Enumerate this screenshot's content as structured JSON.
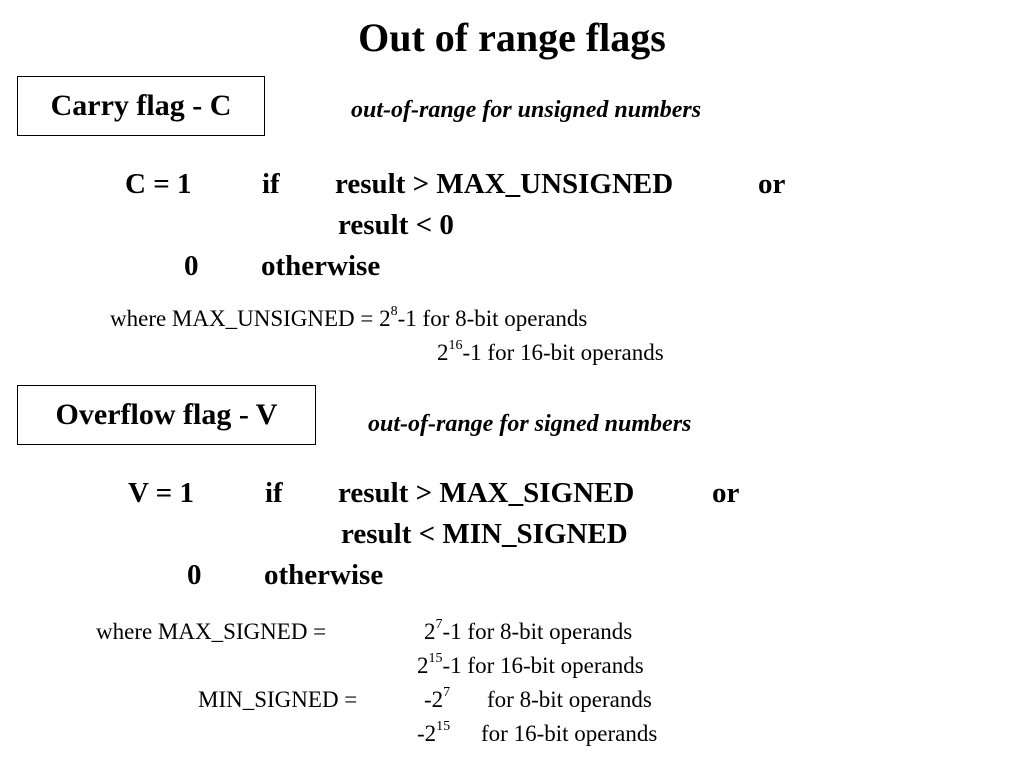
{
  "title": "Out of range flags",
  "carry": {
    "box_label": "Carry flag - C",
    "description": "out-of-range for unsigned numbers",
    "line1_lhs": "C = 1",
    "line1_if": "if",
    "line1_cond": "result > MAX_UNSIGNED",
    "line1_or": "or",
    "line2_cond": "result < 0",
    "line3_val": "0",
    "line3_text": "otherwise",
    "where_prefix": "where MAX_UNSIGNED = 2",
    "exp8": "8",
    "where_suffix8": "-1  for 8-bit operands",
    "base16": "2",
    "exp16": "16",
    "where_suffix16": "-1 for 16-bit operands"
  },
  "overflow": {
    "box_label": "Overflow flag - V",
    "description": "out-of-range for signed numbers",
    "line1_lhs": "V = 1",
    "line1_if": "if",
    "line1_cond": "result > MAX_SIGNED",
    "line1_or": "or",
    "line2_cond": "result < MIN_SIGNED",
    "line3_val": "0",
    "line3_text": "otherwise",
    "where_max_label": "where  MAX_SIGNED   =",
    "max8_base": "2",
    "max8_exp": "7",
    "max8_suffix": "-1  for 8-bit operands",
    "max16_base": "2",
    "max16_exp": "15",
    "max16_suffix": "-1  for 16-bit operands",
    "where_min_label": "MIN_SIGNED  =",
    "min8_base": "-2",
    "min8_exp": "7",
    "min8_suffix": "for 8-bit operands",
    "min16_base": "-2",
    "min16_exp": "15",
    "min16_suffix": "for 16-bit operands"
  }
}
